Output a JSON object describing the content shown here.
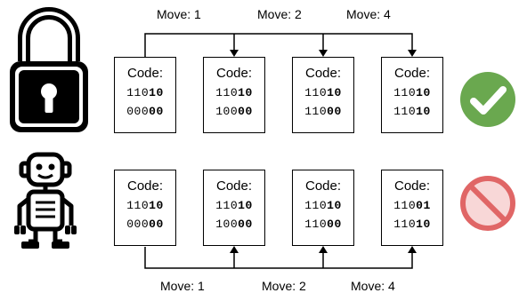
{
  "colors": {
    "check_green": "#6aa84f",
    "stop_red": "#e06666",
    "stop_fill": "#f8d7d7"
  },
  "icons": {
    "top_left": "padlock-icon",
    "bottom_left": "robot-icon",
    "top_right": "checkmark-icon",
    "bottom_right": "prohibited-icon"
  },
  "top_row": {
    "moves": [
      "Move: 1",
      "Move: 2",
      "Move: 4"
    ],
    "boxes": [
      {
        "title": "Code:",
        "line1_plain": "110",
        "line1_bold": "10",
        "line2_plain": "000",
        "line2_bold": "00"
      },
      {
        "title": "Code:",
        "line1_plain": "110",
        "line1_bold": "10",
        "line2_plain": "100",
        "line2_bold": "00"
      },
      {
        "title": "Code:",
        "line1_plain": "110",
        "line1_bold": "10",
        "line2_plain": "110",
        "line2_bold": "00"
      },
      {
        "title": "Code:",
        "line1_plain": "110",
        "line1_bold": "10",
        "line2_plain": "110",
        "line2_bold": "10"
      }
    ]
  },
  "bottom_row": {
    "moves": [
      "Move: 1",
      "Move: 2",
      "Move: 4"
    ],
    "boxes": [
      {
        "title": "Code:",
        "line1_plain": "110",
        "line1_bold": "10",
        "line2_plain": "000",
        "line2_bold": "00"
      },
      {
        "title": "Code:",
        "line1_plain": "110",
        "line1_bold": "10",
        "line2_plain": "100",
        "line2_bold": "00"
      },
      {
        "title": "Code:",
        "line1_plain": "110",
        "line1_bold": "10",
        "line2_plain": "110",
        "line2_bold": "00"
      },
      {
        "title": "Code:",
        "line1_plain": "110",
        "line1_bold": "01",
        "line2_plain": "110",
        "line2_bold": "10"
      }
    ]
  }
}
